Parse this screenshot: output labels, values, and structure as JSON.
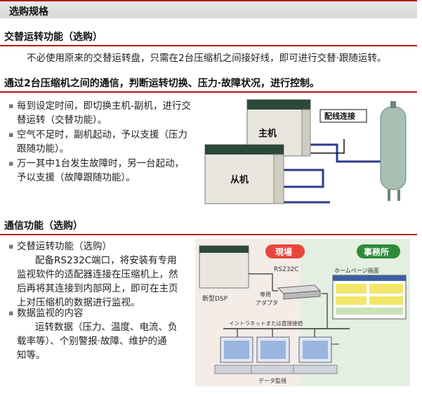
{
  "header": {
    "title": "选购规格"
  },
  "section1": {
    "title": "交替运转功能（选购）",
    "text": "不必使用原来的交替运转盘，只需在2台压缩机之间接好线，即可进行交替·跟随运转。"
  },
  "section2": {
    "title": "通过2台压缩机之间的通信，判断运转切换、压力·故障状况，进行控制。",
    "bullets": [
      {
        "line1": "每到设定时间，即切换主机-副机，进行交",
        "line2": "替运转（交替功能）。"
      },
      {
        "line1": "空气不足时，副机起动，予以支援（压力",
        "line2": "跟随功能）。"
      },
      {
        "line1": "万一其中1台发生故障时，另一台起动，",
        "line2": "予以支援（故障跟随功能）。"
      }
    ],
    "figure": {
      "main_label": "主机",
      "sub_label": "从机",
      "connection_label": "配线连接"
    }
  },
  "section3": {
    "title": "通信功能（选购）",
    "bullet1": {
      "head": "交替运转功能（选购）",
      "lines": [
        "配备RS232C端口，将安装有专用",
        "监视软件的适配器连接在压缩机上，然",
        "后再将其连接到内部网上，即可在主页",
        "上对压缩机的数据进行监视。"
      ]
    },
    "bullet2": {
      "head": "数据监视的内容",
      "lines": [
        "运转数据（压力、温度、电流、负",
        "载率等）、个别警报·故障、维护的通",
        "知等。"
      ]
    },
    "diagram": {
      "site_label": "現場",
      "office_label": "事務所",
      "rs232c": "RS232C",
      "adapter_line1": "専用",
      "adapter_line2": "アダプタ",
      "dsp_label": "新型DSP",
      "homepage_label": "ホームページ画面",
      "intranet_label": "イントラネットまたは直接接続",
      "monitor_label": "データ監視"
    }
  },
  "colors": {
    "accent": "#b41414",
    "site_badge": "#e8463c",
    "office_badge": "#2f8a3a",
    "compressor": "#2b4a3a",
    "line": "#2c3a8c"
  }
}
